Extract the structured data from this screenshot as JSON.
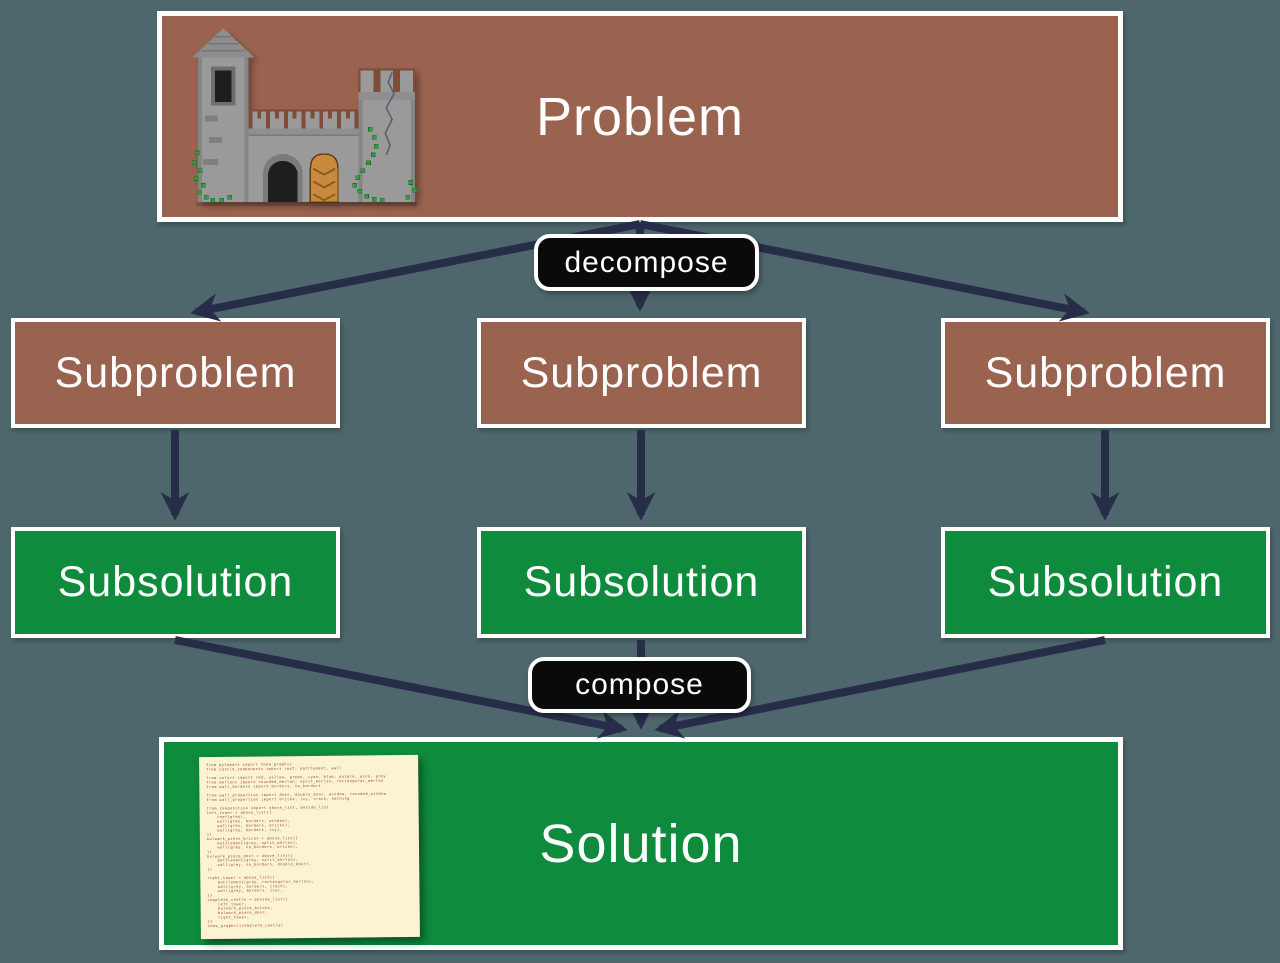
{
  "diagram": {
    "background_color": "#4d676d",
    "arrow_color": "#272c49",
    "box_colors": {
      "problem_brown": "#9a6350",
      "solution_green": "#0e8b3c"
    },
    "problem": {
      "label": "Problem"
    },
    "decompose_label": "decompose",
    "subproblems": [
      {
        "label": "Subproblem"
      },
      {
        "label": "Subproblem"
      },
      {
        "label": "Subproblem"
      }
    ],
    "subsolutions": [
      {
        "label": "Subsolution"
      },
      {
        "label": "Subsolution"
      },
      {
        "label": "Subsolution"
      }
    ],
    "compose_label": "compose",
    "solution": {
      "label": "Solution"
    },
    "castle_icon": "pixel-art-castle",
    "code_paper_icon": "python-code-snippet",
    "code_snippet": "from pytamaro import show_graphic\nfrom castle_components import roof, battlement, wall\n\nfrom colors import red, yellow, green, cyan, blue, purple, pink, grey\nfrom merlons import rounded_merlon, split_merlon, rectangular_merlon\nfrom wall_borders import borders, no_borders\n\nfrom wall_properties import door, double_door, window, rounded_window\nfrom wall_properties import bricks, ivy, crack, nothing\n\nfrom composition import above_list, beside_list\nleft_tower = above_list([\n    roof(grey),\n    wall(grey, borders, window),\n    wall(grey, borders, bricks),\n    wall(grey, borders, ivy),\n])\nbulwark_piece_bricks = above_list([\n    battlement(grey, split_merlon),\n    wall(grey, no_borders, bricks),\n])\nbulwark_piece_door = above_list([\n    battlement(grey, split_merlon),\n    wall(grey, no_borders, double_door),\n])\n\nright_tower = above_list([\n    battlement(grey, rectangular_merlon),\n    wall(grey, borders, crack),\n    wall(grey, borders, ivy),\n])\ncomplete_castle = beside_list([\n    left_tower,\n    bulwark_piece_bricks,\n    bulwark_piece_door,\n    right_tower,\n])\nshow_graphic(complete_castle)"
  }
}
